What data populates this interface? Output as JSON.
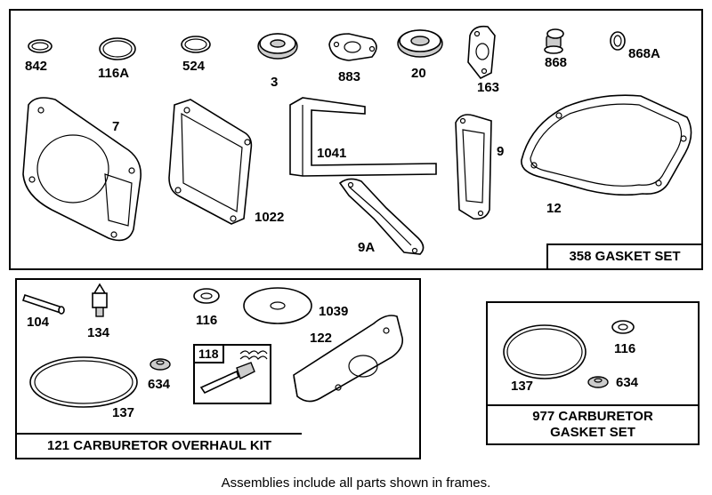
{
  "kits": {
    "gasket_set": {
      "caption": "358 GASKET SET"
    },
    "carburetor_overhaul_kit": {
      "caption": "121 CARBURETOR OVERHAUL KIT"
    },
    "carburetor_gasket_set": {
      "caption_line1": "977 CARBURETOR",
      "caption_line2": "GASKET SET"
    }
  },
  "parts": {
    "p842": "842",
    "p116A": "116A",
    "p524": "524",
    "p3": "3",
    "p883": "883",
    "p20": "20",
    "p163": "163",
    "p868": "868",
    "p868A": "868A",
    "p7": "7",
    "p1041": "1041",
    "p9": "9",
    "p1022": "1022",
    "p12": "12",
    "p9A": "9A",
    "p104": "104",
    "p134": "134",
    "p116": "116",
    "p1039": "1039",
    "p122": "122",
    "p118": "118",
    "p634": "634",
    "p137": "137",
    "p116b": "116",
    "p137b": "137",
    "p634b": "634"
  },
  "footer": {
    "note": "Assemblies include all parts shown in frames."
  }
}
